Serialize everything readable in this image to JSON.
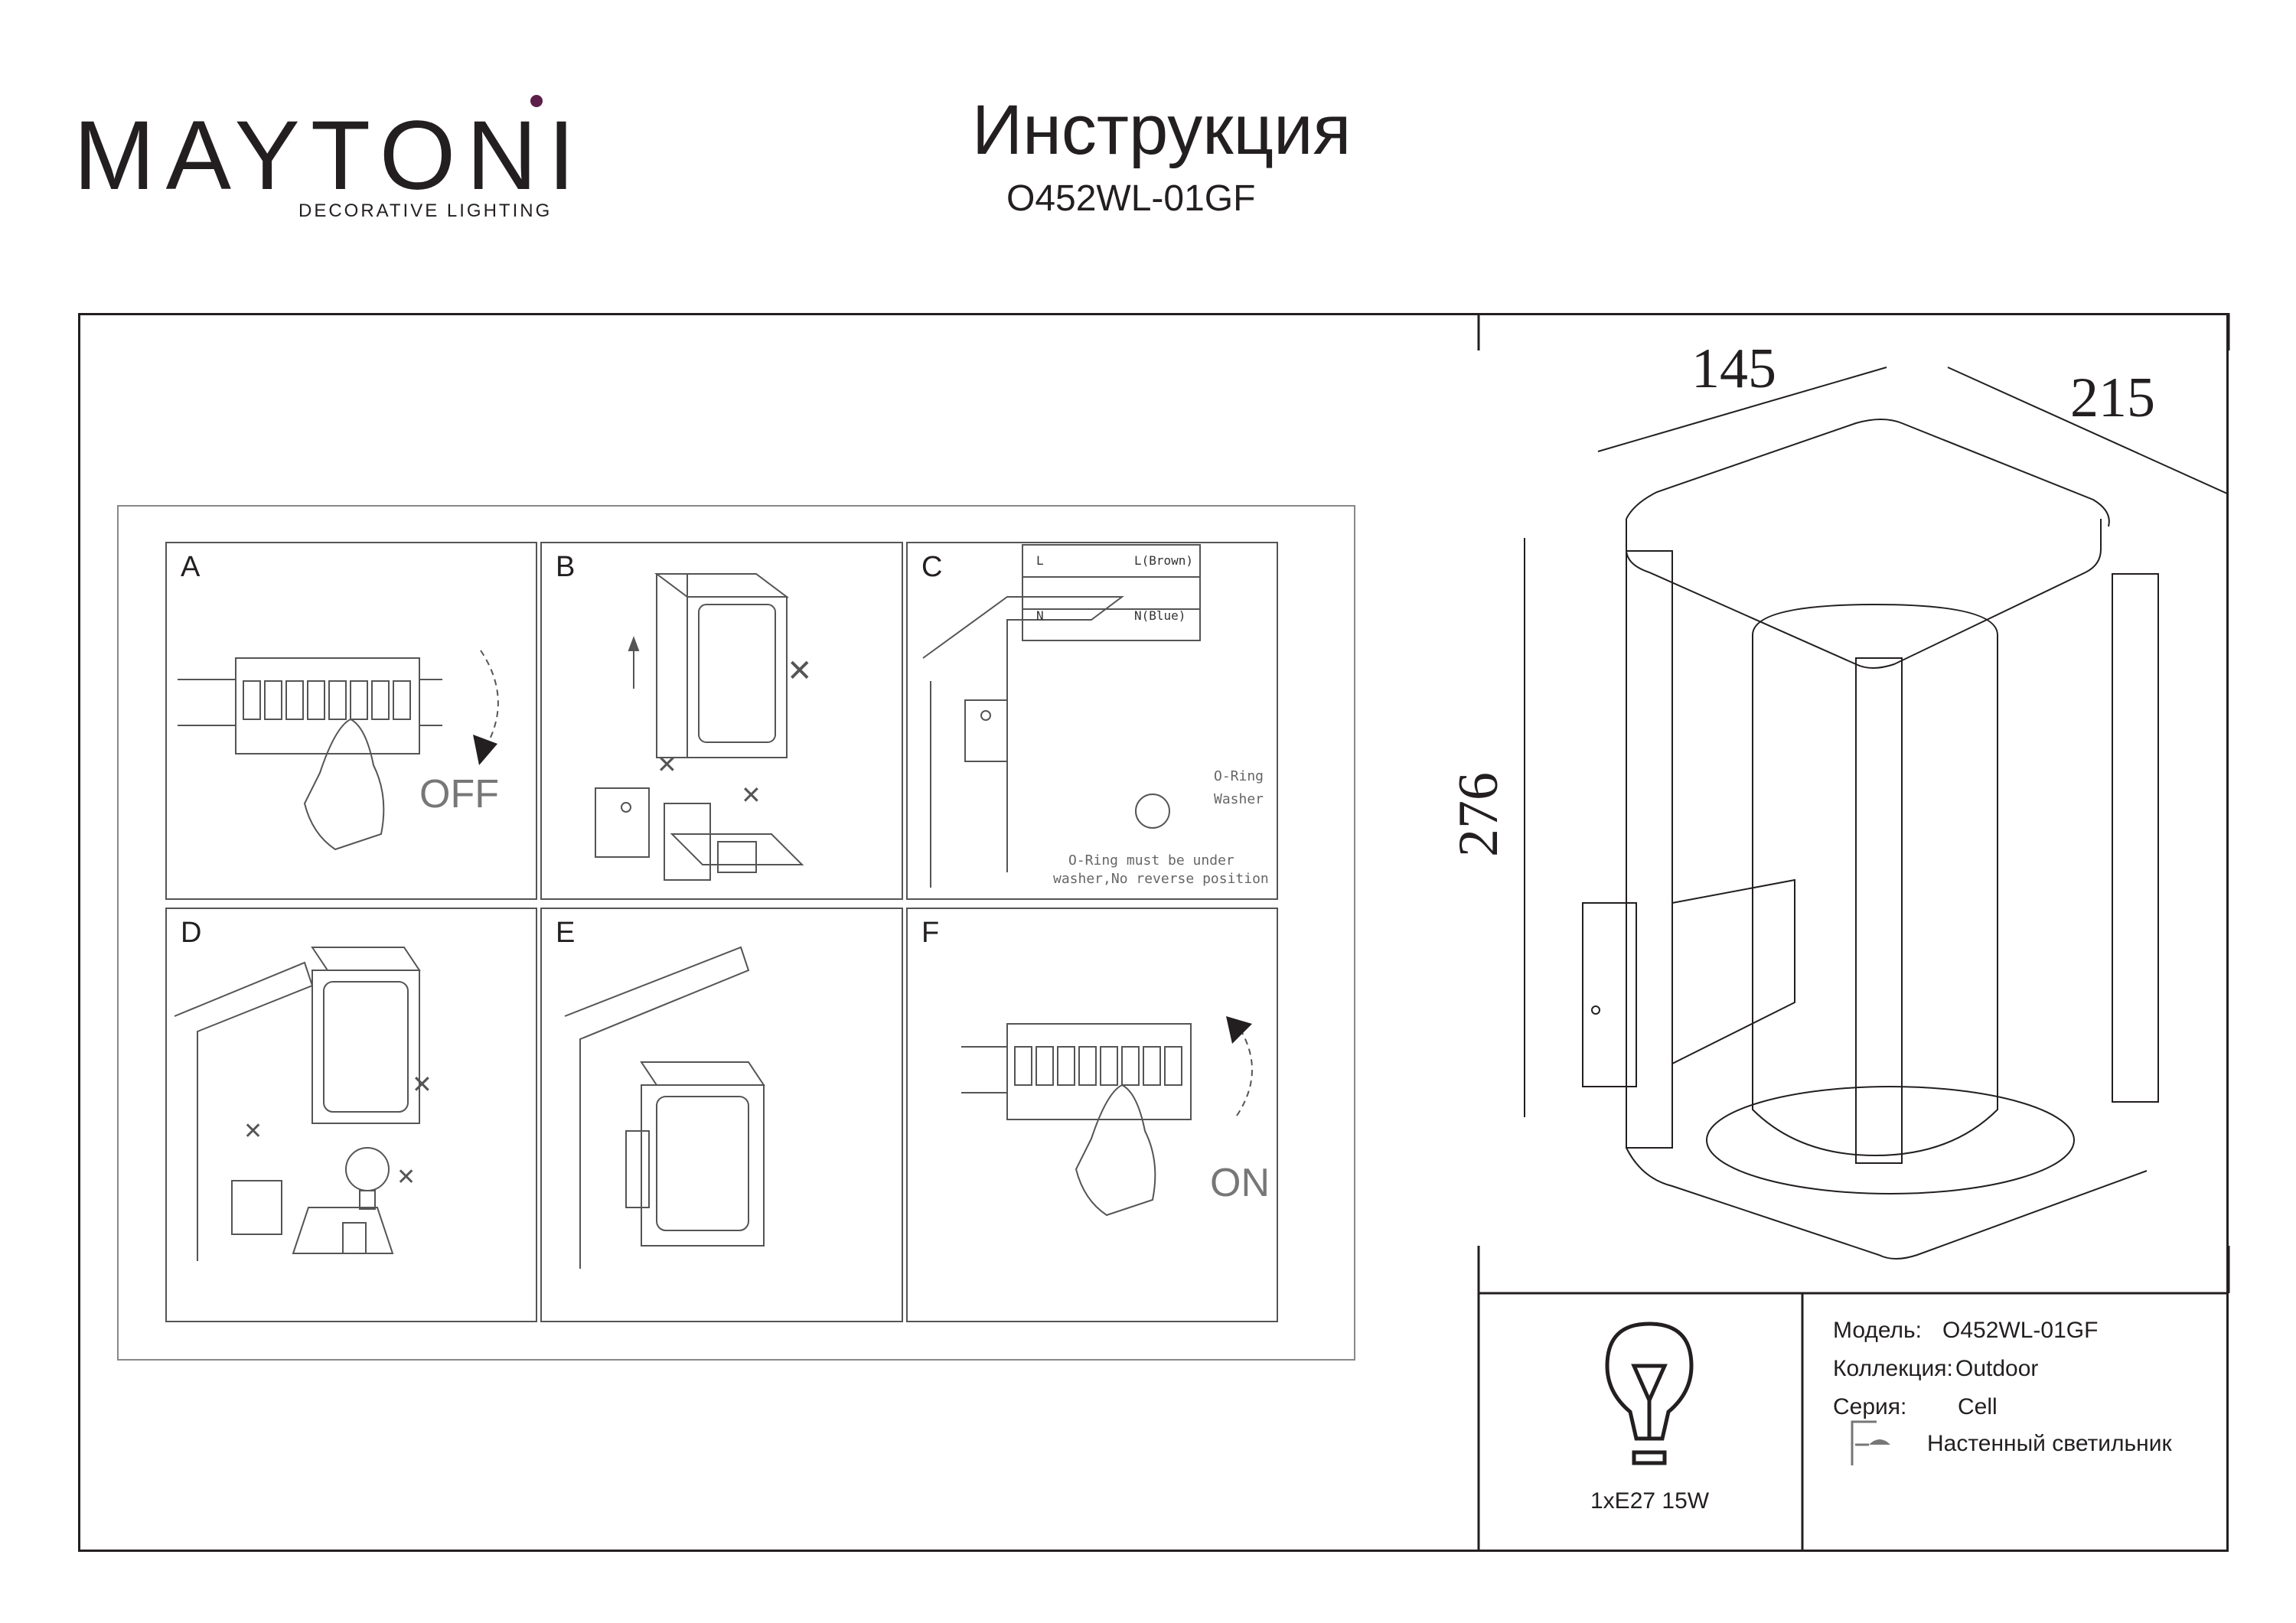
{
  "brand": {
    "name": "MAYTONI",
    "tagline": "DECORATIVE LIGHTING",
    "accent_color": "#5b1f4a"
  },
  "header": {
    "title": "Инструкция",
    "model": "O452WL-01GF"
  },
  "dimensions": {
    "width": "145",
    "depth": "215",
    "height": "276"
  },
  "steps": [
    {
      "letter": "A",
      "caption": "OFF"
    },
    {
      "letter": "B",
      "caption": ""
    },
    {
      "letter": "C",
      "caption": ""
    },
    {
      "letter": "D",
      "caption": ""
    },
    {
      "letter": "E",
      "caption": ""
    },
    {
      "letter": "F",
      "caption": "ON"
    }
  ],
  "wiring": {
    "l_label": "L",
    "l_brown": "L(Brown)",
    "n_label": "N",
    "n_blue": "N(Blue)",
    "oring": "O-Ring",
    "washer": "Washer",
    "note_line1": "O-Ring must be under",
    "note_line2": "washer,No reverse position"
  },
  "bulb": {
    "spec": "1xE27 15W",
    "icon": "bulb-icon"
  },
  "specs": {
    "model_label": "Модель:",
    "model_value": "O452WL-01GF",
    "collection_label": "Коллекция:",
    "collection_value": "Outdoor",
    "series_label": "Серия:",
    "series_value": "Cell",
    "type_label": "Настенный светильник",
    "type_icon": "wall-lamp-icon"
  }
}
